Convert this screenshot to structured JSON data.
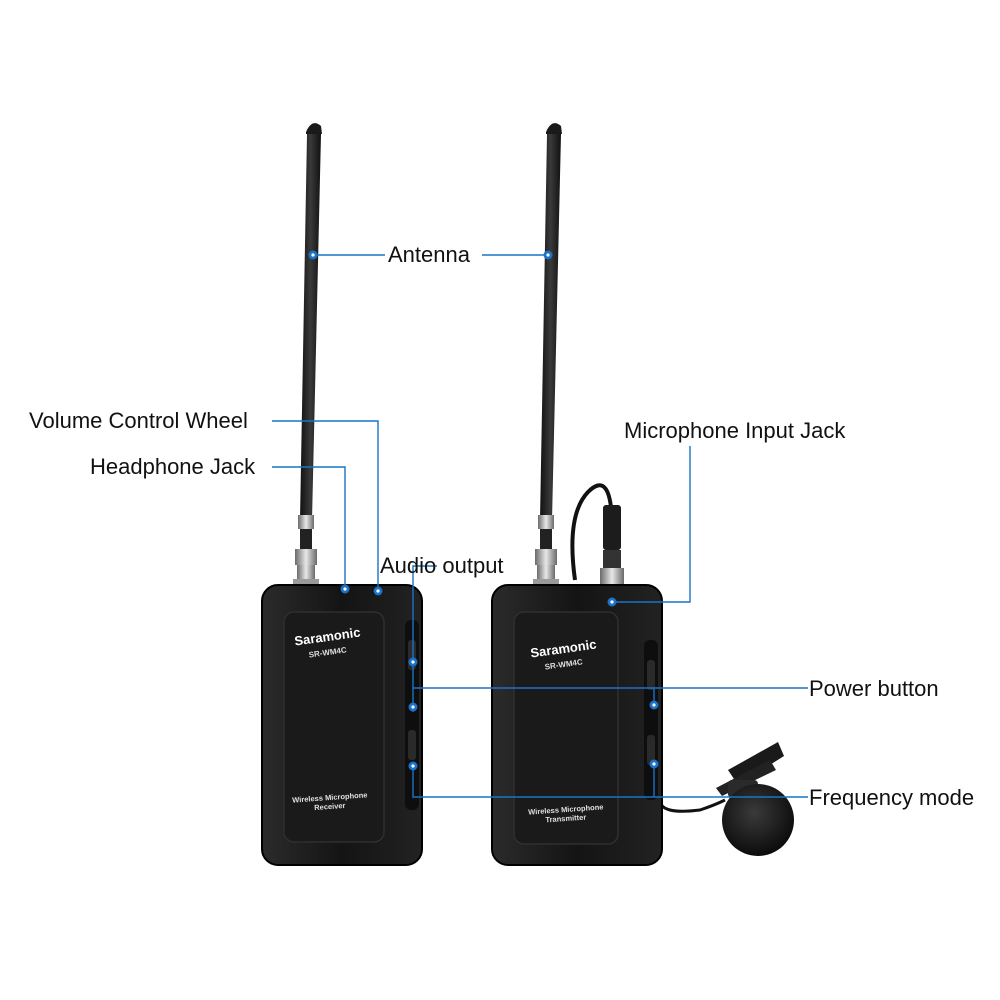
{
  "labels": {
    "antenna": "Antenna",
    "volume_control_wheel": "Volume Control Wheel",
    "headphone_jack": "Headphone Jack",
    "audio_output": "Audio output",
    "microphone_input_jack": "Microphone Input Jack",
    "power_button": "Power button",
    "frequency_mode": "Frequency mode"
  },
  "receiver": {
    "brand": "Saramonic",
    "model": "SR-WM4C",
    "line1": "Wireless Microphone",
    "line2": "Receiver"
  },
  "transmitter": {
    "brand": "Saramonic",
    "model": "SR-WM4C",
    "line1": "Wireless Microphone",
    "line2": "Transmitter"
  },
  "colors": {
    "callout": "#1a73c8",
    "device": "#1b1b1b",
    "background": "#ffffff"
  }
}
